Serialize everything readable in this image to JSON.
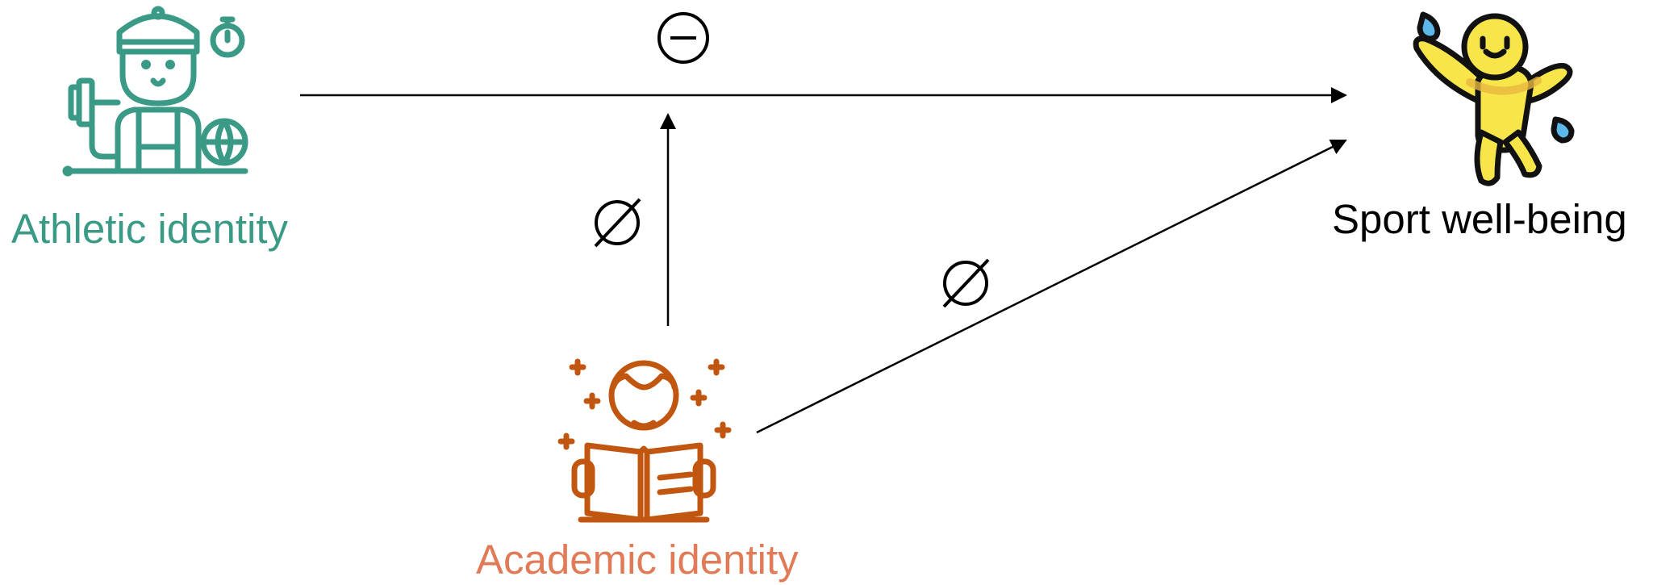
{
  "nodes": {
    "athletic": {
      "label": "Athletic identity",
      "icon": "athlete-icon"
    },
    "academic": {
      "label": "Academic identity",
      "icon": "student-reading-book-icon"
    },
    "wellbeing": {
      "label": "Sport well-being",
      "icon": "happy-jumping-figure-icon"
    }
  },
  "edges": {
    "athletic_to_wellbeing": {
      "symbol": "⊖",
      "meaning": "negative effect"
    },
    "academic_moderation": {
      "symbol": "∅",
      "meaning": "no effect"
    },
    "academic_to_wellbeing": {
      "symbol": "∅",
      "meaning": "no effect"
    }
  },
  "colors": {
    "athletic": "#3A9A86",
    "academic": "#C0560F",
    "academic_label": "#E07A57",
    "figure_yellow": "#F7E54A",
    "figure_drops": "#5BB8E8",
    "lines": "#000000"
  }
}
